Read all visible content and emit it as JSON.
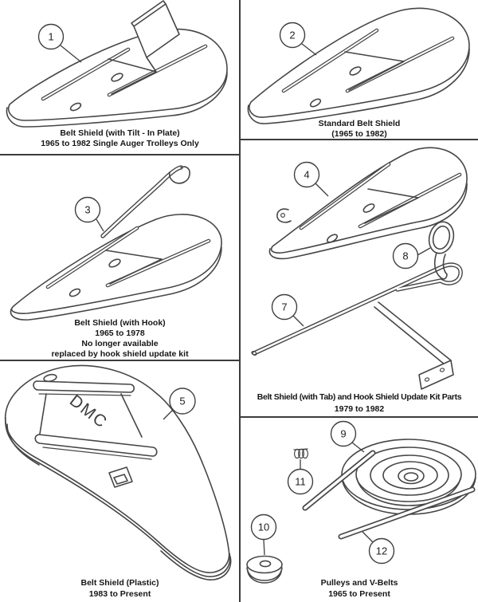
{
  "figure": {
    "background": "#ffffff",
    "line_color": "#464646",
    "divider_color": "#3c3c3c",
    "text_color": "#161616",
    "panels": [
      {
        "name": "belt-shield-tilt-in-plate",
        "caption_lines": [
          "Belt Shield (with Tilt - In Plate)",
          "1965 to 1982 Single Auger Trolleys Only"
        ],
        "callouts": [
          "1"
        ]
      },
      {
        "name": "standard-belt-shield",
        "caption_lines": [
          "Standard Belt Shield",
          "(1965 to 1982)"
        ],
        "callouts": [
          "2"
        ]
      },
      {
        "name": "belt-shield-with-hook",
        "caption_lines": [
          "Belt Shield (with Hook)",
          "1965 to 1978",
          "No longer available",
          "replaced by hook shield update kit"
        ],
        "callouts": [
          "3"
        ]
      },
      {
        "name": "belt-shield-with-tab-and-hook-kit",
        "caption_lines": [
          "Belt Shield (with Tab) and Hook Shield Update Kit Parts",
          "1979 to 1982"
        ],
        "callouts": [
          "4",
          "8",
          "7"
        ]
      },
      {
        "name": "belt-shield-plastic",
        "caption_lines": [
          "Belt Shield (Plastic)",
          "1983 to Present"
        ],
        "callouts": [
          "5"
        ],
        "embossed_text": "DMC"
      },
      {
        "name": "pulleys-and-v-belts",
        "caption_lines": [
          "Pulleys and V-Belts",
          "1965 to Present"
        ],
        "callouts": [
          "9",
          "11",
          "10",
          "12"
        ]
      }
    ]
  }
}
